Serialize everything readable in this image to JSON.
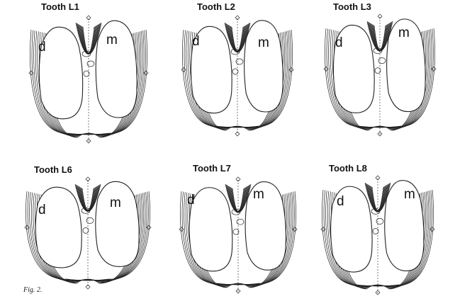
{
  "figure": {
    "caption": "Fig. 2.",
    "panels": [
      {
        "title": "Tooth L1",
        "distal_label": "d",
        "mesial_label": "m"
      },
      {
        "title": "Tooth L2",
        "distal_label": "d",
        "mesial_label": "m"
      },
      {
        "title": "Tooth L3",
        "distal_label": "d",
        "mesial_label": "m"
      },
      {
        "title": "Tooth L6",
        "distal_label": "d",
        "mesial_label": "m"
      },
      {
        "title": "Tooth L7",
        "distal_label": "d",
        "mesial_label": "m"
      },
      {
        "title": "Tooth L8",
        "distal_label": "d",
        "mesial_label": "m"
      }
    ]
  }
}
